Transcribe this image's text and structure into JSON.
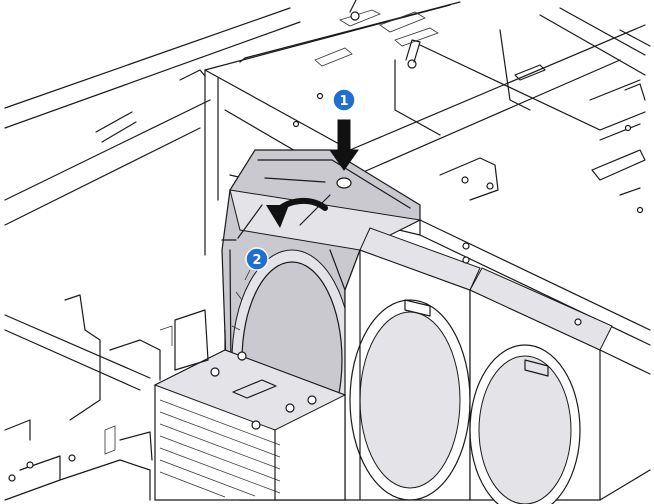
{
  "callouts": [
    {
      "id": "1",
      "label": "1",
      "color": "#1f6fd1"
    },
    {
      "id": "2",
      "label": "2",
      "color": "#1f6fd1"
    }
  ],
  "colors": {
    "fan_highlight": "#c9c9cf",
    "line": "#1a1a1a",
    "background": "#ffffff"
  },
  "icons": {
    "step1": "down-arrow-icon",
    "step2": "curved-arrow-icon"
  }
}
